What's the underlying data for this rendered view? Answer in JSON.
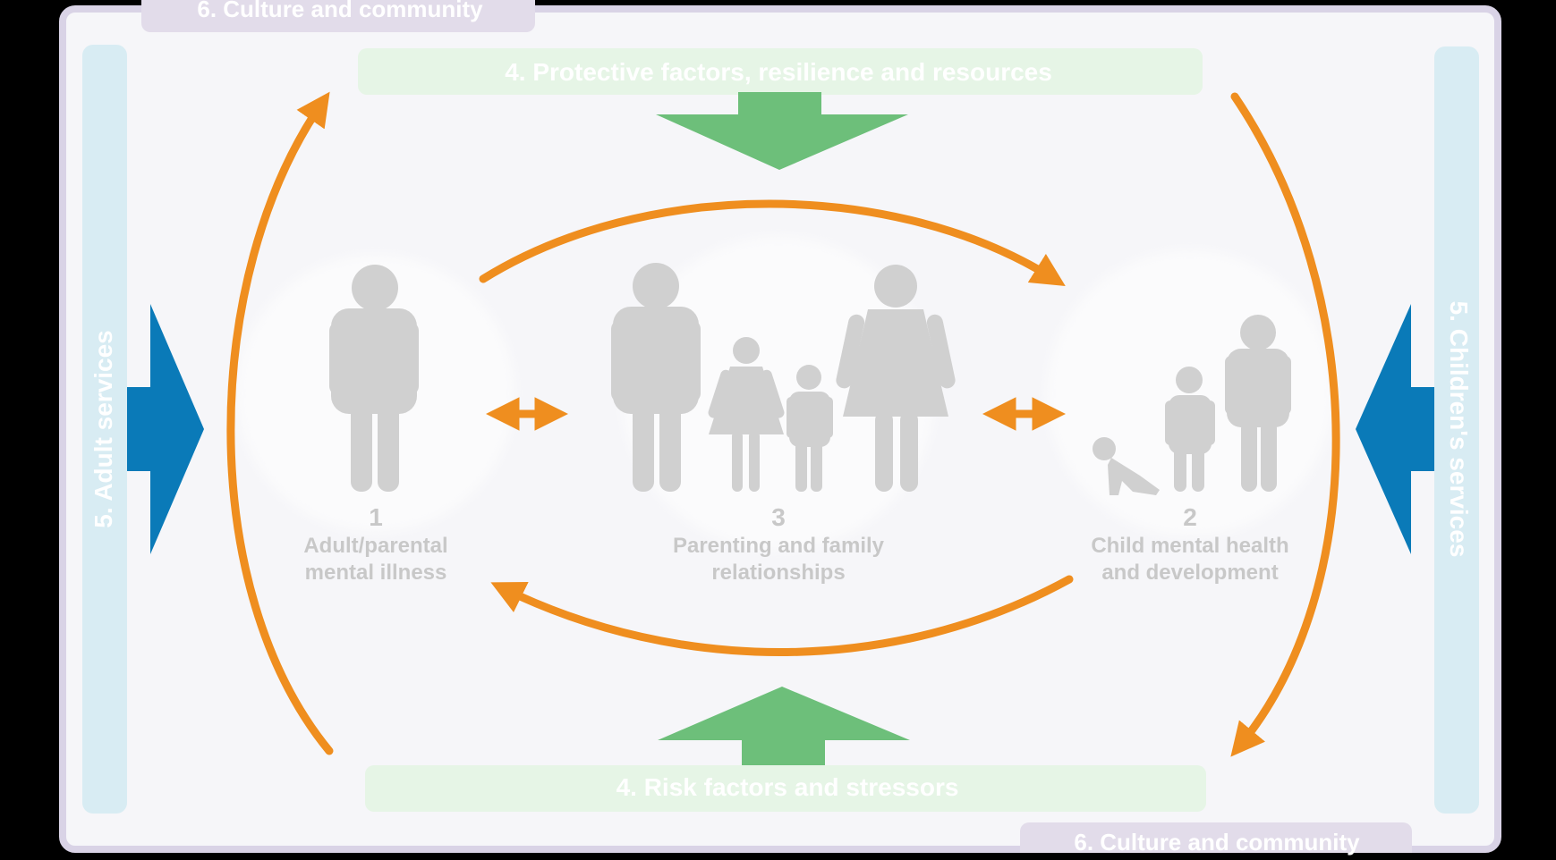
{
  "culture_top": "6. Culture and community",
  "culture_bottom": "6. Culture and community",
  "protective": "4. Protective factors, resilience and resources",
  "risk": "4. Risk factors and stressors",
  "adult_services": "5. Adult services",
  "childrens_services": "5. Children's services",
  "nodes": [
    {
      "number": "1",
      "line1": "Adult/parental",
      "line2": "mental illness"
    },
    {
      "number": "3",
      "line1": "Parenting and family",
      "line2": "relationships"
    },
    {
      "number": "2",
      "line1": "Child mental health",
      "line2": "and development"
    }
  ],
  "colors": {
    "frame_bg": "#f6f6f9",
    "frame_border": "#d9d3e6",
    "culture_band": "#e2dcea",
    "services_band": "#d8ecf3",
    "services_arrow": "#0a7ab8",
    "factors_band": "#e6f5e6",
    "factors_arrow": "#6dbf7a",
    "cycle_arrow": "#ef8e1f",
    "figure": "#d0d0d0",
    "node_text": "#c8c8c8"
  },
  "icons": [
    "person-man-icon",
    "person-woman-icon",
    "person-girl-icon",
    "person-boy-icon",
    "baby-crawling-icon"
  ]
}
